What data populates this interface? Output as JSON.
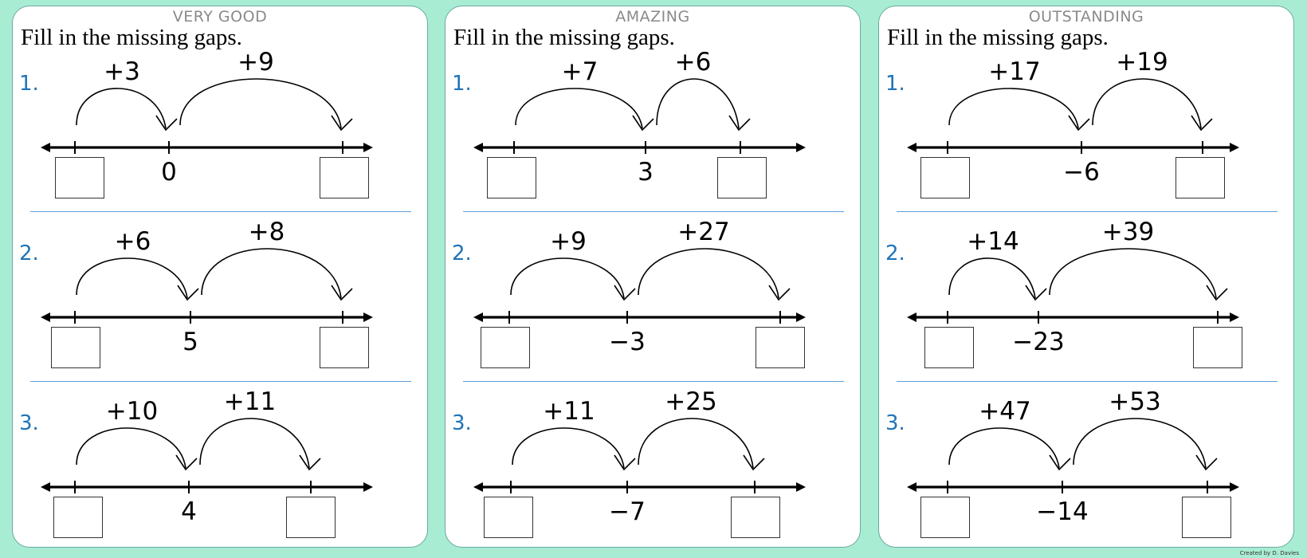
{
  "worksheet": {
    "credit": "Created by D. Davies",
    "panels": [
      {
        "title": "VERY GOOD",
        "instruction": "Fill in the missing gaps.",
        "problems": [
          {
            "number": "1.",
            "jump1": "+3",
            "jump2": "+9",
            "known": "0"
          },
          {
            "number": "2.",
            "jump1": "+6",
            "jump2": "+8",
            "known": "5"
          },
          {
            "number": "3.",
            "jump1": "+10",
            "jump2": "+11",
            "known": "4"
          }
        ]
      },
      {
        "title": "AMAZING",
        "instruction": "Fill in the missing gaps.",
        "problems": [
          {
            "number": "1.",
            "jump1": "+7",
            "jump2": "+6",
            "known": "3"
          },
          {
            "number": "2.",
            "jump1": "+9",
            "jump2": "+27",
            "known": "−3"
          },
          {
            "number": "3.",
            "jump1": "+11",
            "jump2": "+25",
            "known": "−7"
          }
        ]
      },
      {
        "title": "OUTSTANDING",
        "instruction": "Fill in the missing gaps.",
        "problems": [
          {
            "number": "1.",
            "jump1": "+17",
            "jump2": "+19",
            "known": "−6"
          },
          {
            "number": "2.",
            "jump1": "+14",
            "jump2": "+39",
            "known": "−23"
          },
          {
            "number": "3.",
            "jump1": "+47",
            "jump2": "+53",
            "known": "−14"
          }
        ]
      }
    ]
  }
}
